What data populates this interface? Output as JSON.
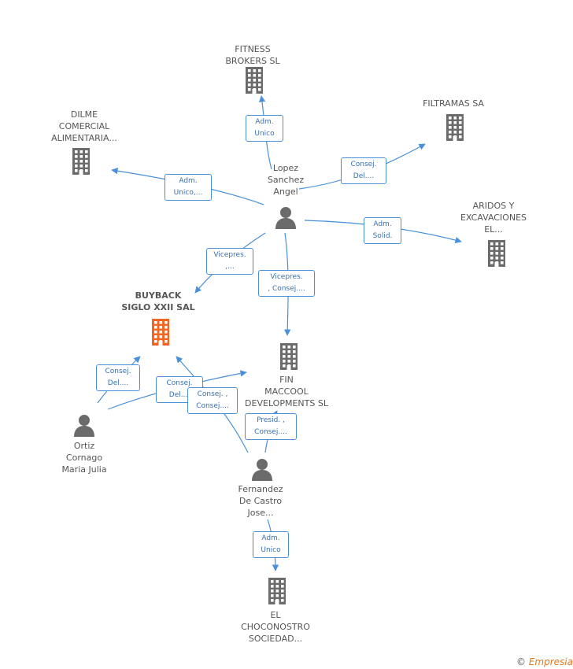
{
  "colors": {
    "edge": "#4a90d9",
    "company": "#6b6b6b",
    "focus_company": "#f26522",
    "person": "#6b6b6b"
  },
  "nodes": [
    {
      "id": "fitness",
      "kind": "company",
      "icon": "building-icon",
      "label": "FITNESS\nBROKERS SL"
    },
    {
      "id": "filtramas",
      "kind": "company",
      "icon": "building-icon",
      "label": "FILTRAMAS SA"
    },
    {
      "id": "dilme",
      "kind": "company",
      "icon": "building-icon",
      "label": "DILME\nCOMERCIAL\nALIMENTARIA..."
    },
    {
      "id": "aridos",
      "kind": "company",
      "icon": "building-icon",
      "label": "ARIDOS Y\nEXCAVACIONES\nEL..."
    },
    {
      "id": "buyback",
      "kind": "company",
      "icon": "building-icon",
      "focus": true,
      "label": "BUYBACK\nSIGLO XXII SAL"
    },
    {
      "id": "finmaccool",
      "kind": "company",
      "icon": "building-icon",
      "label": "FIN\nMACCOOL\nDEVELOPMENTS SL"
    },
    {
      "id": "choconostro",
      "kind": "company",
      "icon": "building-icon",
      "label": "EL\nCHOCONOSTRO\nSOCIEDAD..."
    },
    {
      "id": "lopez",
      "kind": "person",
      "icon": "person-icon",
      "label": "Lopez\nSanchez\nAngel"
    },
    {
      "id": "ortiz",
      "kind": "person",
      "icon": "person-icon",
      "label": "Ortiz\nCornago\nMaria Julia"
    },
    {
      "id": "fernandez",
      "kind": "person",
      "icon": "person-icon",
      "label": "Fernandez\nDe Castro\nJose..."
    }
  ],
  "edges": [
    {
      "from": "lopez",
      "to": "fitness",
      "label": "Adm.\nUnico"
    },
    {
      "from": "lopez",
      "to": "filtramas",
      "label": "Consej.\nDel...."
    },
    {
      "from": "lopez",
      "to": "dilme",
      "label": "Adm.\nUnico,..."
    },
    {
      "from": "lopez",
      "to": "aridos",
      "label": "Adm.\nSolid."
    },
    {
      "from": "lopez",
      "to": "buyback",
      "label": "Vicepres.\n,..."
    },
    {
      "from": "lopez",
      "to": "finmaccool",
      "label": "Vicepres.\n, Consej...."
    },
    {
      "from": "ortiz",
      "to": "buyback",
      "label": "Consej.\nDel...."
    },
    {
      "from": "ortiz",
      "to": "finmaccool",
      "label": "Consej.\nDel...."
    },
    {
      "from": "fernandez",
      "to": "buyback",
      "label": "Consej. ,\nConsej...."
    },
    {
      "from": "fernandez",
      "to": "finmaccool",
      "label": "Presid. ,\nConsej...."
    },
    {
      "from": "fernandez",
      "to": "choconostro",
      "label": "Adm.\nUnico"
    }
  ],
  "footer": {
    "copyright": "©",
    "brand": "Empresia"
  }
}
